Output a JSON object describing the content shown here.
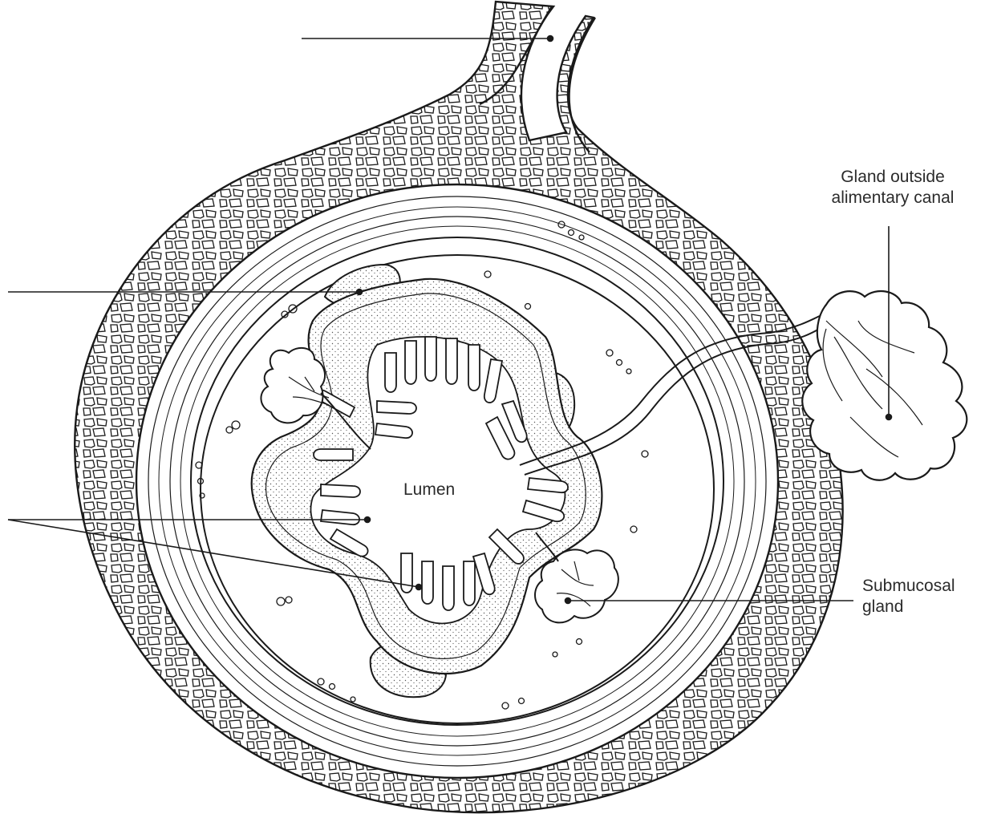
{
  "diagram": {
    "labels": {
      "lumen": "Lumen",
      "gland_outside_line1": "Gland outside",
      "gland_outside_line2": "alimentary canal",
      "submucosal_line1": "Submucosal",
      "submucosal_line2": "gland"
    },
    "colors": {
      "ink": "#1a1a1a",
      "paper": "#ffffff",
      "stipple": "#555555",
      "label_text": "#2b2b2b"
    }
  }
}
